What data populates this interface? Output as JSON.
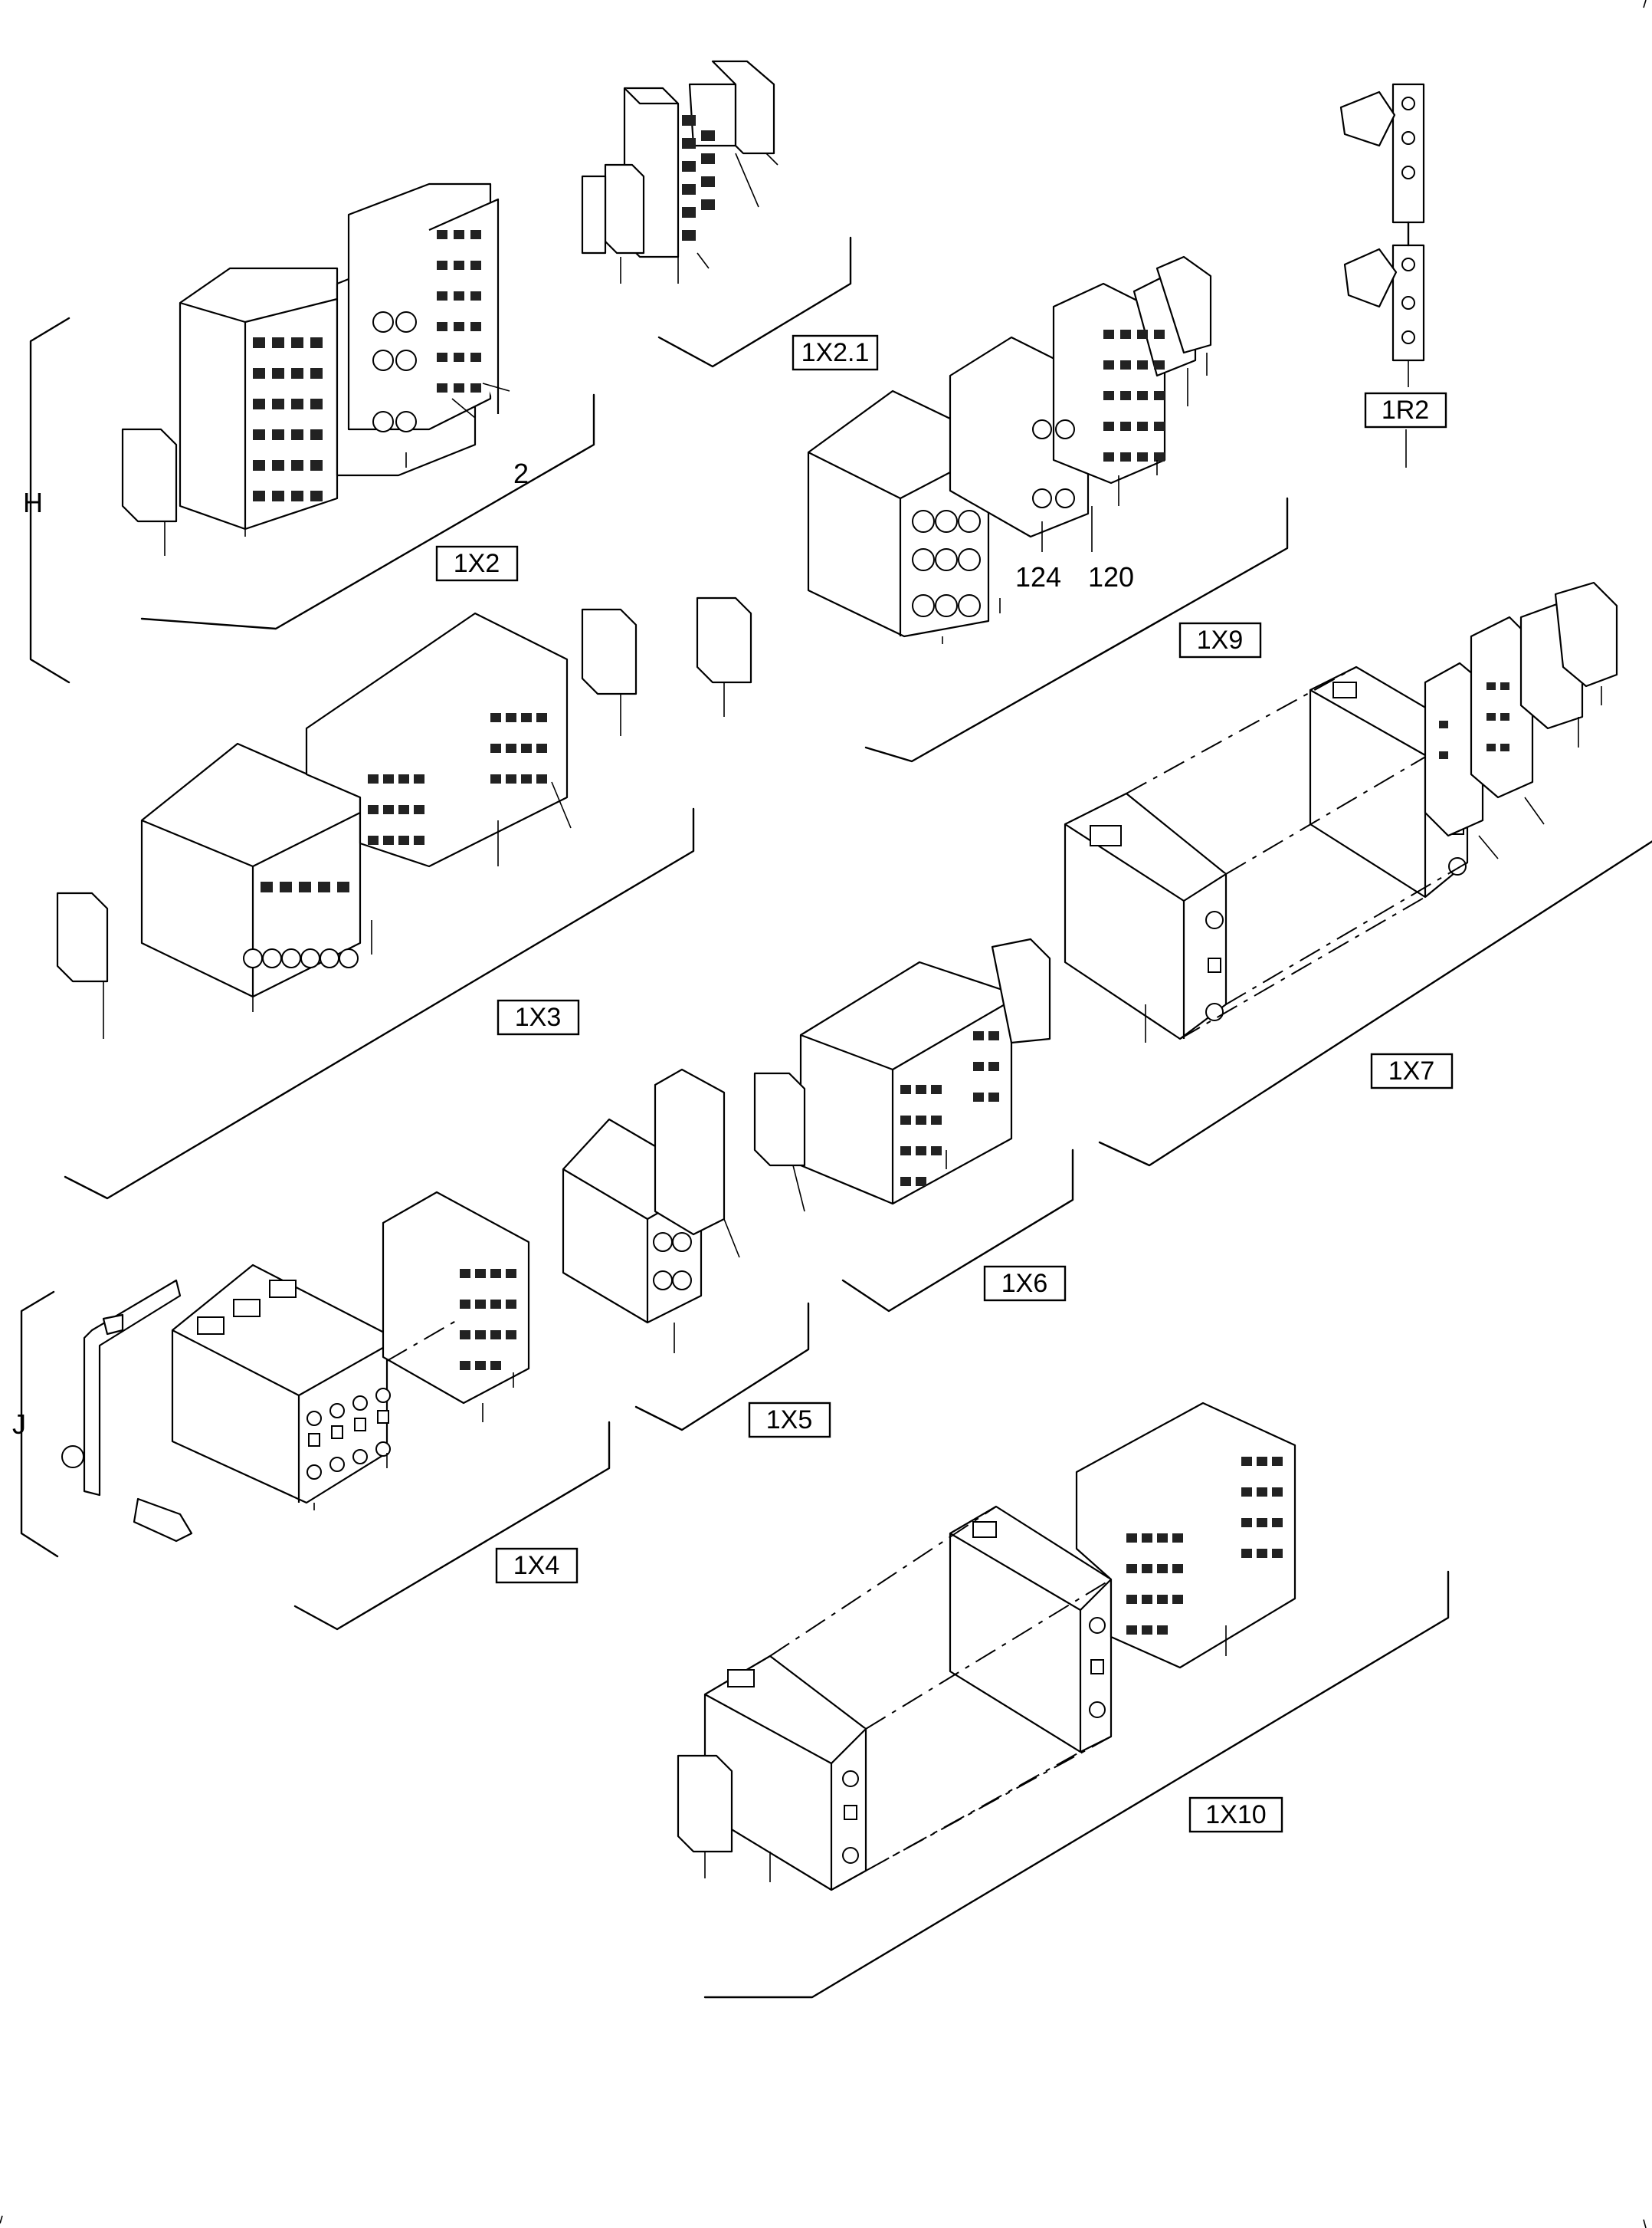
{
  "diagram": {
    "tags": {
      "t_1x2_1": "1X2.1",
      "t_1r2": "1R2",
      "t_1x2": "1X2",
      "t_1x9": "1X9",
      "t_1x3": "1X3",
      "t_1x7": "1X7",
      "t_1x6": "1X6",
      "t_1x5": "1X5",
      "t_1x4": "1X4",
      "t_1x10": "1X10"
    },
    "callouts": {
      "c_2": "2",
      "c_124": "124",
      "c_120": "120"
    },
    "group_letters": {
      "h": "H",
      "j": "J"
    }
  }
}
